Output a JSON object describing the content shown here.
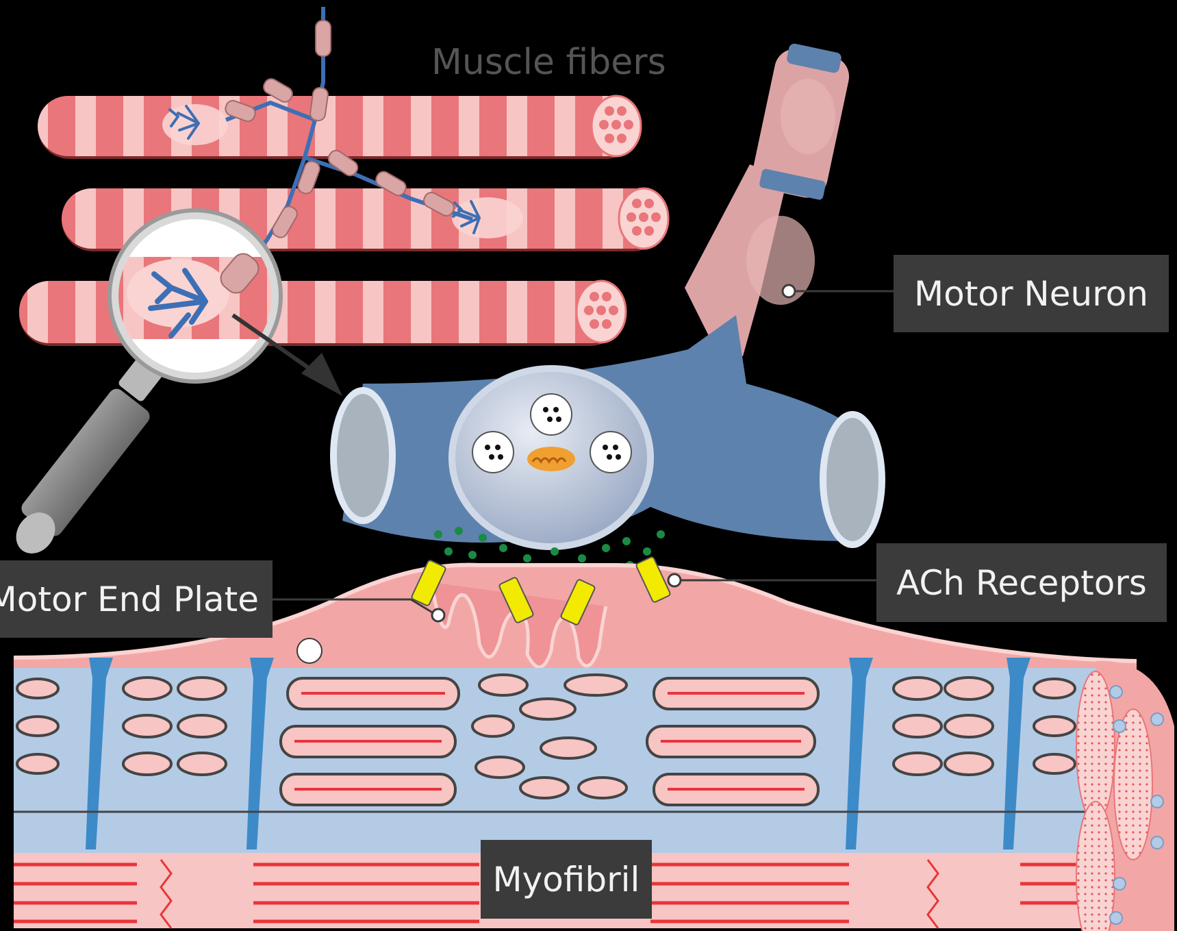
{
  "labels": {
    "muscle_fibers": "Muscle fibers",
    "motor_neuron": "Motor Neuron",
    "motor_end_plate": "Motor End Plate",
    "ach_receptors": "ACh Receptors",
    "myofibril": "Myofibril"
  },
  "colors": {
    "background": "#000000",
    "label_box": "#3b3b3b",
    "label_text": "#f2f2f2",
    "fiber_pink_dark": "#e9767a",
    "fiber_pink_light": "#f7c5c3",
    "neuron_blue": "#5d82ad",
    "neuron_pink": "#dca3a5",
    "receptor_yellow": "#f2ea00",
    "ach_green": "#1b8a45",
    "myofibril_red": "#e9343a",
    "sarcoplasm_blue": "#b4cbe6"
  }
}
